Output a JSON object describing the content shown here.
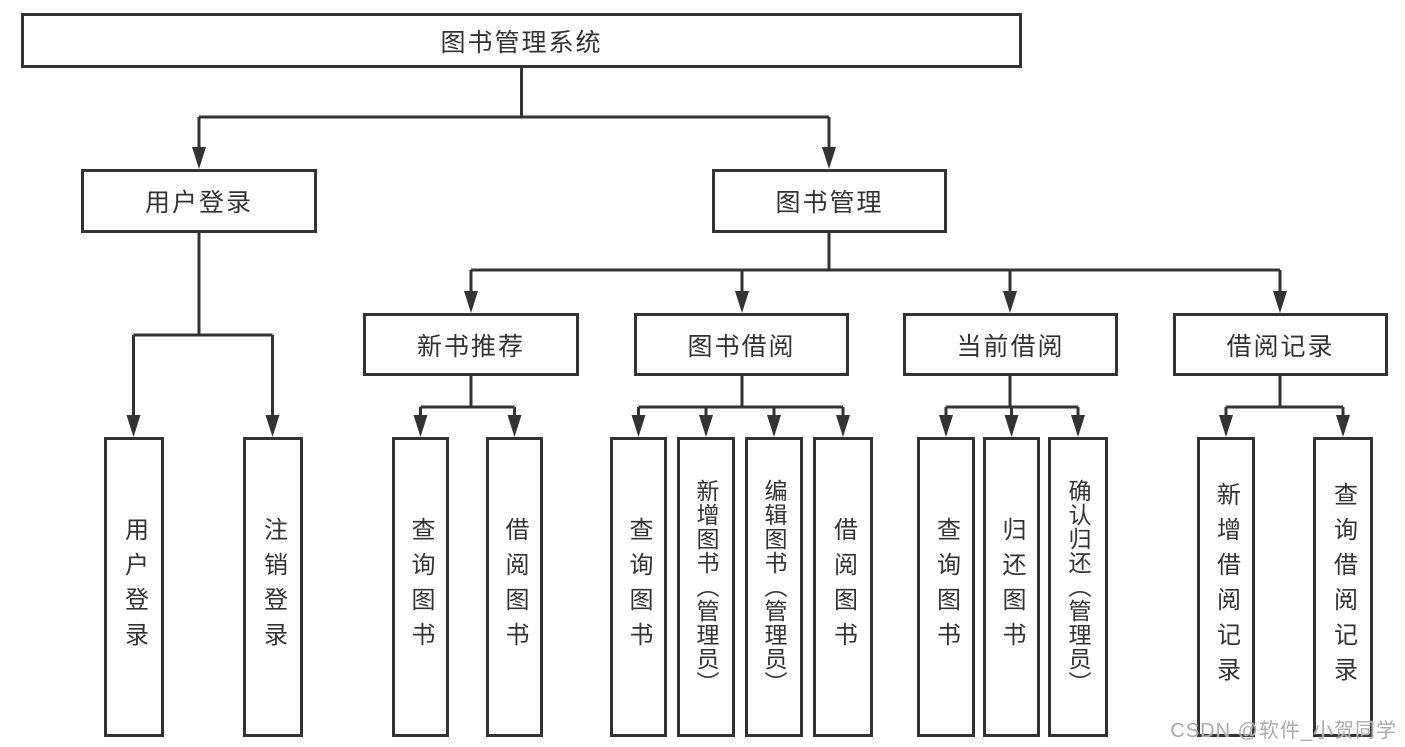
{
  "root": {
    "label": "图书管理系统"
  },
  "level2": [
    {
      "label": "用户登录"
    },
    {
      "label": "图书管理"
    }
  ],
  "level3": [
    {
      "label": "新书推荐"
    },
    {
      "label": "图书借阅"
    },
    {
      "label": "当前借阅"
    },
    {
      "label": "借阅记录"
    }
  ],
  "leaves": [
    {
      "label": "用户登录"
    },
    {
      "label": "注销登录"
    },
    {
      "label": "查询图书"
    },
    {
      "label": "借阅图书"
    },
    {
      "label": "查询图书"
    },
    {
      "label": "新增图书（管理员）"
    },
    {
      "label": "编辑图书（管理员）"
    },
    {
      "label": "借阅图书"
    },
    {
      "label": "查询图书"
    },
    {
      "label": "归还图书"
    },
    {
      "label": "确认归还（管理员）"
    },
    {
      "label": "新增借阅记录"
    },
    {
      "label": "查询借阅记录"
    }
  ],
  "watermark": "CSDN @软件_小贺同学",
  "colors": {
    "line": "#333333",
    "text": "#333333",
    "watermark": "#ababab",
    "background": "#ffffff"
  }
}
